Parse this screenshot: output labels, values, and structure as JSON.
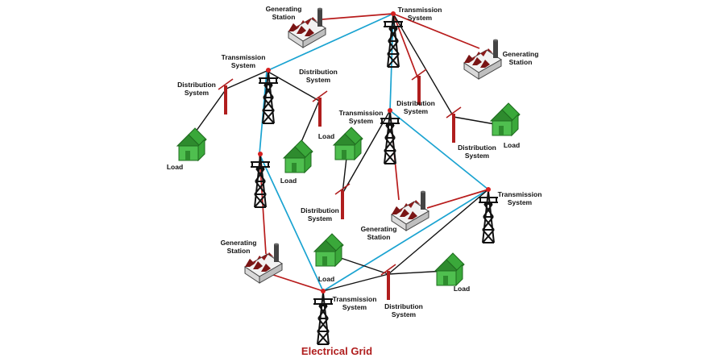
{
  "title": "Electrical Grid",
  "labels": {
    "generating_station": [
      "Generating",
      "Station"
    ],
    "transmission_system": [
      "Transmission",
      "System"
    ],
    "distribution_system": [
      "Distribution",
      "System"
    ],
    "load": "Load"
  },
  "colors": {
    "transmission_link": "#1aa3d1",
    "generation_link": "#b81c1c",
    "distribution_link": "#111111",
    "house_fill": "#4fbf4f",
    "house_dark": "#2e8b2e",
    "factory_roof": "#8b1a1a",
    "factory_wall": "#f2f2f2",
    "title": "#b01e1e"
  },
  "counts": {
    "generating_stations": 4,
    "transmission_systems": 6,
    "distribution_systems": 6,
    "loads": 6
  }
}
